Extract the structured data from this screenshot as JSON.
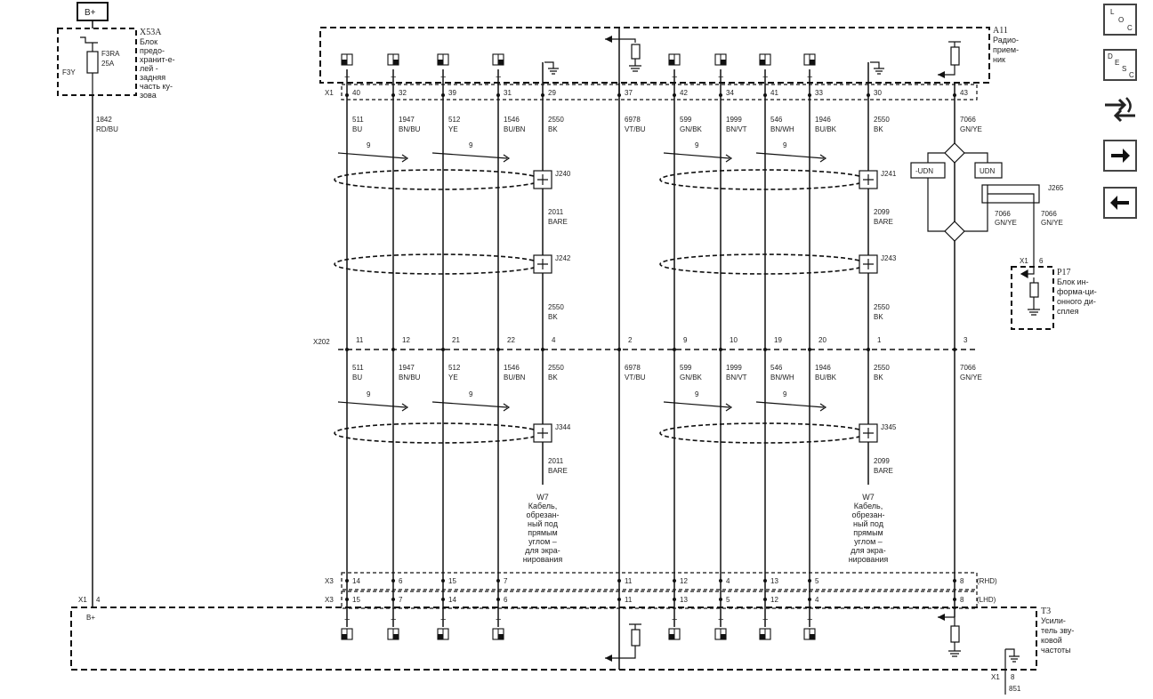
{
  "toolbar": {
    "loc": {
      "l1": "L",
      "l2": "O",
      "l3": "C"
    },
    "desc": {
      "l1": "D",
      "l2": "E",
      "l3": "S",
      "l4": "C"
    }
  },
  "top_left": {
    "bplus": "B+",
    "module": "X53A",
    "module_desc": [
      "Блок",
      "предо-",
      "хранит-е-",
      "лей -",
      "задняя",
      "часть ку-",
      "зова"
    ],
    "fuse": "F3RA",
    "fuse_rating": "25A",
    "fuse_ref": "F3Y",
    "wire": "1842",
    "wire_color": "RD/BU",
    "conn_x1": "X1",
    "pin_4": "4"
  },
  "radio": {
    "name": "A11",
    "desc": [
      "Радио-",
      "прием-",
      "ник"
    ],
    "conn": "X1"
  },
  "x202": "X202",
  "columns": [
    {
      "pin_top": "40",
      "sign": "+",
      "wire_top": "511",
      "color_top": "BU",
      "pin_mid": "11",
      "wire_bot": "511",
      "color_bot": "BU",
      "x3_rhd": "14",
      "x3_lhd": "15",
      "amp_sign": "+"
    },
    {
      "pin_top": "32",
      "sign": "−",
      "wire_top": "1947",
      "color_top": "BN/BU",
      "pin_mid": "12",
      "wire_bot": "1947",
      "color_bot": "BN/BU",
      "x3_rhd": "6",
      "x3_lhd": "7",
      "amp_sign": "−"
    },
    {
      "pin_top": "39",
      "sign": "+",
      "wire_top": "512",
      "color_top": "YE",
      "pin_mid": "21",
      "wire_bot": "512",
      "color_bot": "YE",
      "x3_rhd": "15",
      "x3_lhd": "14",
      "amp_sign": "+"
    },
    {
      "pin_top": "31",
      "sign": "−",
      "wire_top": "1546",
      "color_top": "BU/BN",
      "pin_mid": "22",
      "wire_bot": "1546",
      "color_bot": "BU/BN",
      "x3_rhd": "7",
      "x3_lhd": "6",
      "amp_sign": "−"
    },
    {
      "pin_top": "29",
      "sign": "",
      "wire_top": "2550",
      "color_top": "BK",
      "pin_mid": "4",
      "wire_bot": "2550",
      "color_bot": "BK",
      "x3_rhd": "",
      "x3_lhd": "",
      "amp_sign": ""
    },
    {
      "pin_top": "37",
      "sign": "",
      "wire_top": "6978",
      "color_top": "VT/BU",
      "pin_mid": "2",
      "wire_bot": "6978",
      "color_bot": "VT/BU",
      "x3_rhd": "11",
      "x3_lhd": "11",
      "amp_sign": ""
    },
    {
      "pin_top": "42",
      "sign": "+",
      "wire_top": "599",
      "color_top": "GN/BK",
      "pin_mid": "9",
      "wire_bot": "599",
      "color_bot": "GN/BK",
      "x3_rhd": "12",
      "x3_lhd": "13",
      "amp_sign": "+"
    },
    {
      "pin_top": "34",
      "sign": "−",
      "wire_top": "1999",
      "color_top": "BN/VT",
      "pin_mid": "10",
      "wire_bot": "1999",
      "color_bot": "BN/VT",
      "x3_rhd": "4",
      "x3_lhd": "5",
      "amp_sign": "−"
    },
    {
      "pin_top": "41",
      "sign": "+",
      "wire_top": "546",
      "color_top": "BN/WH",
      "pin_mid": "19",
      "wire_bot": "546",
      "color_bot": "BN/WH",
      "x3_rhd": "13",
      "x3_lhd": "12",
      "amp_sign": "+"
    },
    {
      "pin_top": "33",
      "sign": "−",
      "wire_top": "1946",
      "color_top": "BU/BK",
      "pin_mid": "20",
      "wire_bot": "1946",
      "color_bot": "BU/BK",
      "x3_rhd": "5",
      "x3_lhd": "4",
      "amp_sign": "−"
    },
    {
      "pin_top": "30",
      "sign": "",
      "wire_top": "2550",
      "color_top": "BK",
      "pin_mid": "1",
      "wire_bot": "2550",
      "color_bot": "BK",
      "x3_rhd": "",
      "x3_lhd": "",
      "amp_sign": ""
    },
    {
      "pin_top": "43",
      "sign": "",
      "wire_top": "7066",
      "color_top": "GN/YE",
      "pin_mid": "3",
      "wire_bot": "7066",
      "color_bot": "GN/YE",
      "x3_rhd": "8",
      "x3_lhd": "8",
      "amp_sign": ""
    }
  ],
  "twist_count": "9",
  "splices": {
    "j240": "J240",
    "j241": "J241",
    "j242": "J242",
    "j243": "J243",
    "j344": "J344",
    "j345": "J345",
    "j265": "J265"
  },
  "drain_wires": {
    "upper_left": {
      "wire": "2011",
      "color": "BARE"
    },
    "upper_right": {
      "wire": "2099",
      "color": "BARE"
    },
    "mid_left": {
      "wire": "2550",
      "color": "BK"
    },
    "mid_right": {
      "wire": "2550",
      "color": "BK"
    },
    "lower_left": {
      "wire": "2011",
      "color": "BARE"
    },
    "lower_right": {
      "wire": "2099",
      "color": "BARE"
    }
  },
  "w7_label": [
    "W7",
    "Кабель,",
    "обрезан-",
    "ный под",
    "прямым",
    "углом –",
    "для экра-",
    "нирования"
  ],
  "udn": {
    "neg": "-UDN",
    "pos": "UDN"
  },
  "j265_wires": [
    {
      "wire": "7066",
      "color": "GN/YE"
    },
    {
      "wire": "7066",
      "color": "GN/YE"
    }
  ],
  "p17": {
    "conn": "X1",
    "pin": "6",
    "name": "P17",
    "desc": [
      "Блок ин-",
      "форма-ци-",
      "онного ди-",
      "сплея"
    ]
  },
  "x3": {
    "name": "X3",
    "rhd": "(RHD)",
    "lhd": "(LHD)"
  },
  "amp": {
    "name": "T3",
    "desc": [
      "Усили-",
      "тель зву-",
      "ковой",
      "частоты"
    ],
    "bplus": "B+",
    "conn_x1": "X1",
    "pin_8": "8",
    "wire_851": "851"
  }
}
